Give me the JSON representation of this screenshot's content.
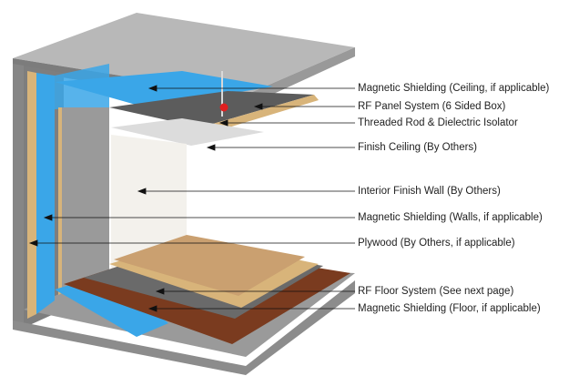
{
  "colors": {
    "concrete": "#8a8a8a",
    "concrete_dark": "#6f6f6f",
    "concrete_top": "#b3b3b3",
    "magnetic_shield": "#3aa6e8",
    "plywood": "#d8b47a",
    "wood_floor": "#7a3b1f",
    "finish_floor": "#caa070",
    "interior_wall": "#f3f1ec",
    "insulation": "#9a9a9a",
    "leader": "#111111",
    "isolator_dot": "#e02020"
  },
  "labels": [
    {
      "text": "Magnetic Shielding (Ceiling, if applicable)"
    },
    {
      "text": "RF Panel System (6 Sided Box)"
    },
    {
      "text": "Threaded Rod & Dielectric Isolator"
    },
    {
      "text": "Finish Ceiling (By Others)"
    },
    {
      "text": "Interior Finish Wall (By Others)"
    },
    {
      "text": "Magnetic Shielding (Walls, if applicable)"
    },
    {
      "text": "Plywood (By Others, if applicable)"
    },
    {
      "text": "RF Floor System (See next page)"
    },
    {
      "text": "Magnetic Shielding (Floor, if applicable)"
    }
  ]
}
